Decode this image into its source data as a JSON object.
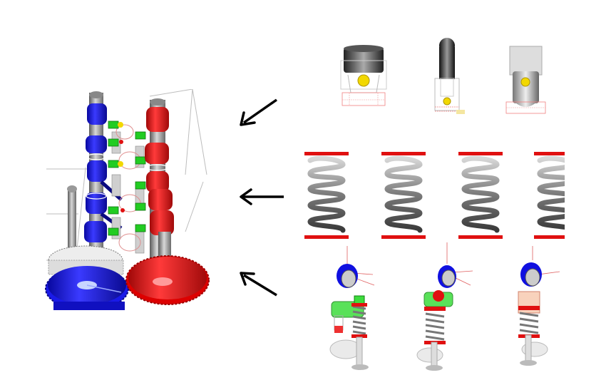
{
  "figure": {
    "background": "#ffffff",
    "colors": {
      "blue_camshaft": "#1010e0",
      "red_camshaft": "#ee1010",
      "follower_green": "#22cc22",
      "spring_end_red": "#e01010",
      "spring_gray": "#8a8a8a",
      "ball_yellow": "#f2d800"
    },
    "assembly": {
      "icon": "camshaft-assembly-icon",
      "camshafts": [
        "blue",
        "red"
      ]
    },
    "arrows": [
      {
        "icon": "arrow-down-left-icon",
        "points_to": "assembly"
      },
      {
        "icon": "arrow-left-icon",
        "points_to": "assembly"
      },
      {
        "icon": "arrow-up-left-icon",
        "points_to": "assembly"
      }
    ],
    "rows": [
      {
        "icon": "hydraulic-lifter-icon",
        "count": 3
      },
      {
        "icon": "valve-spring-icon",
        "count": 4
      },
      {
        "icon": "valvetrain-subassembly-icon",
        "count": 3
      }
    ]
  }
}
